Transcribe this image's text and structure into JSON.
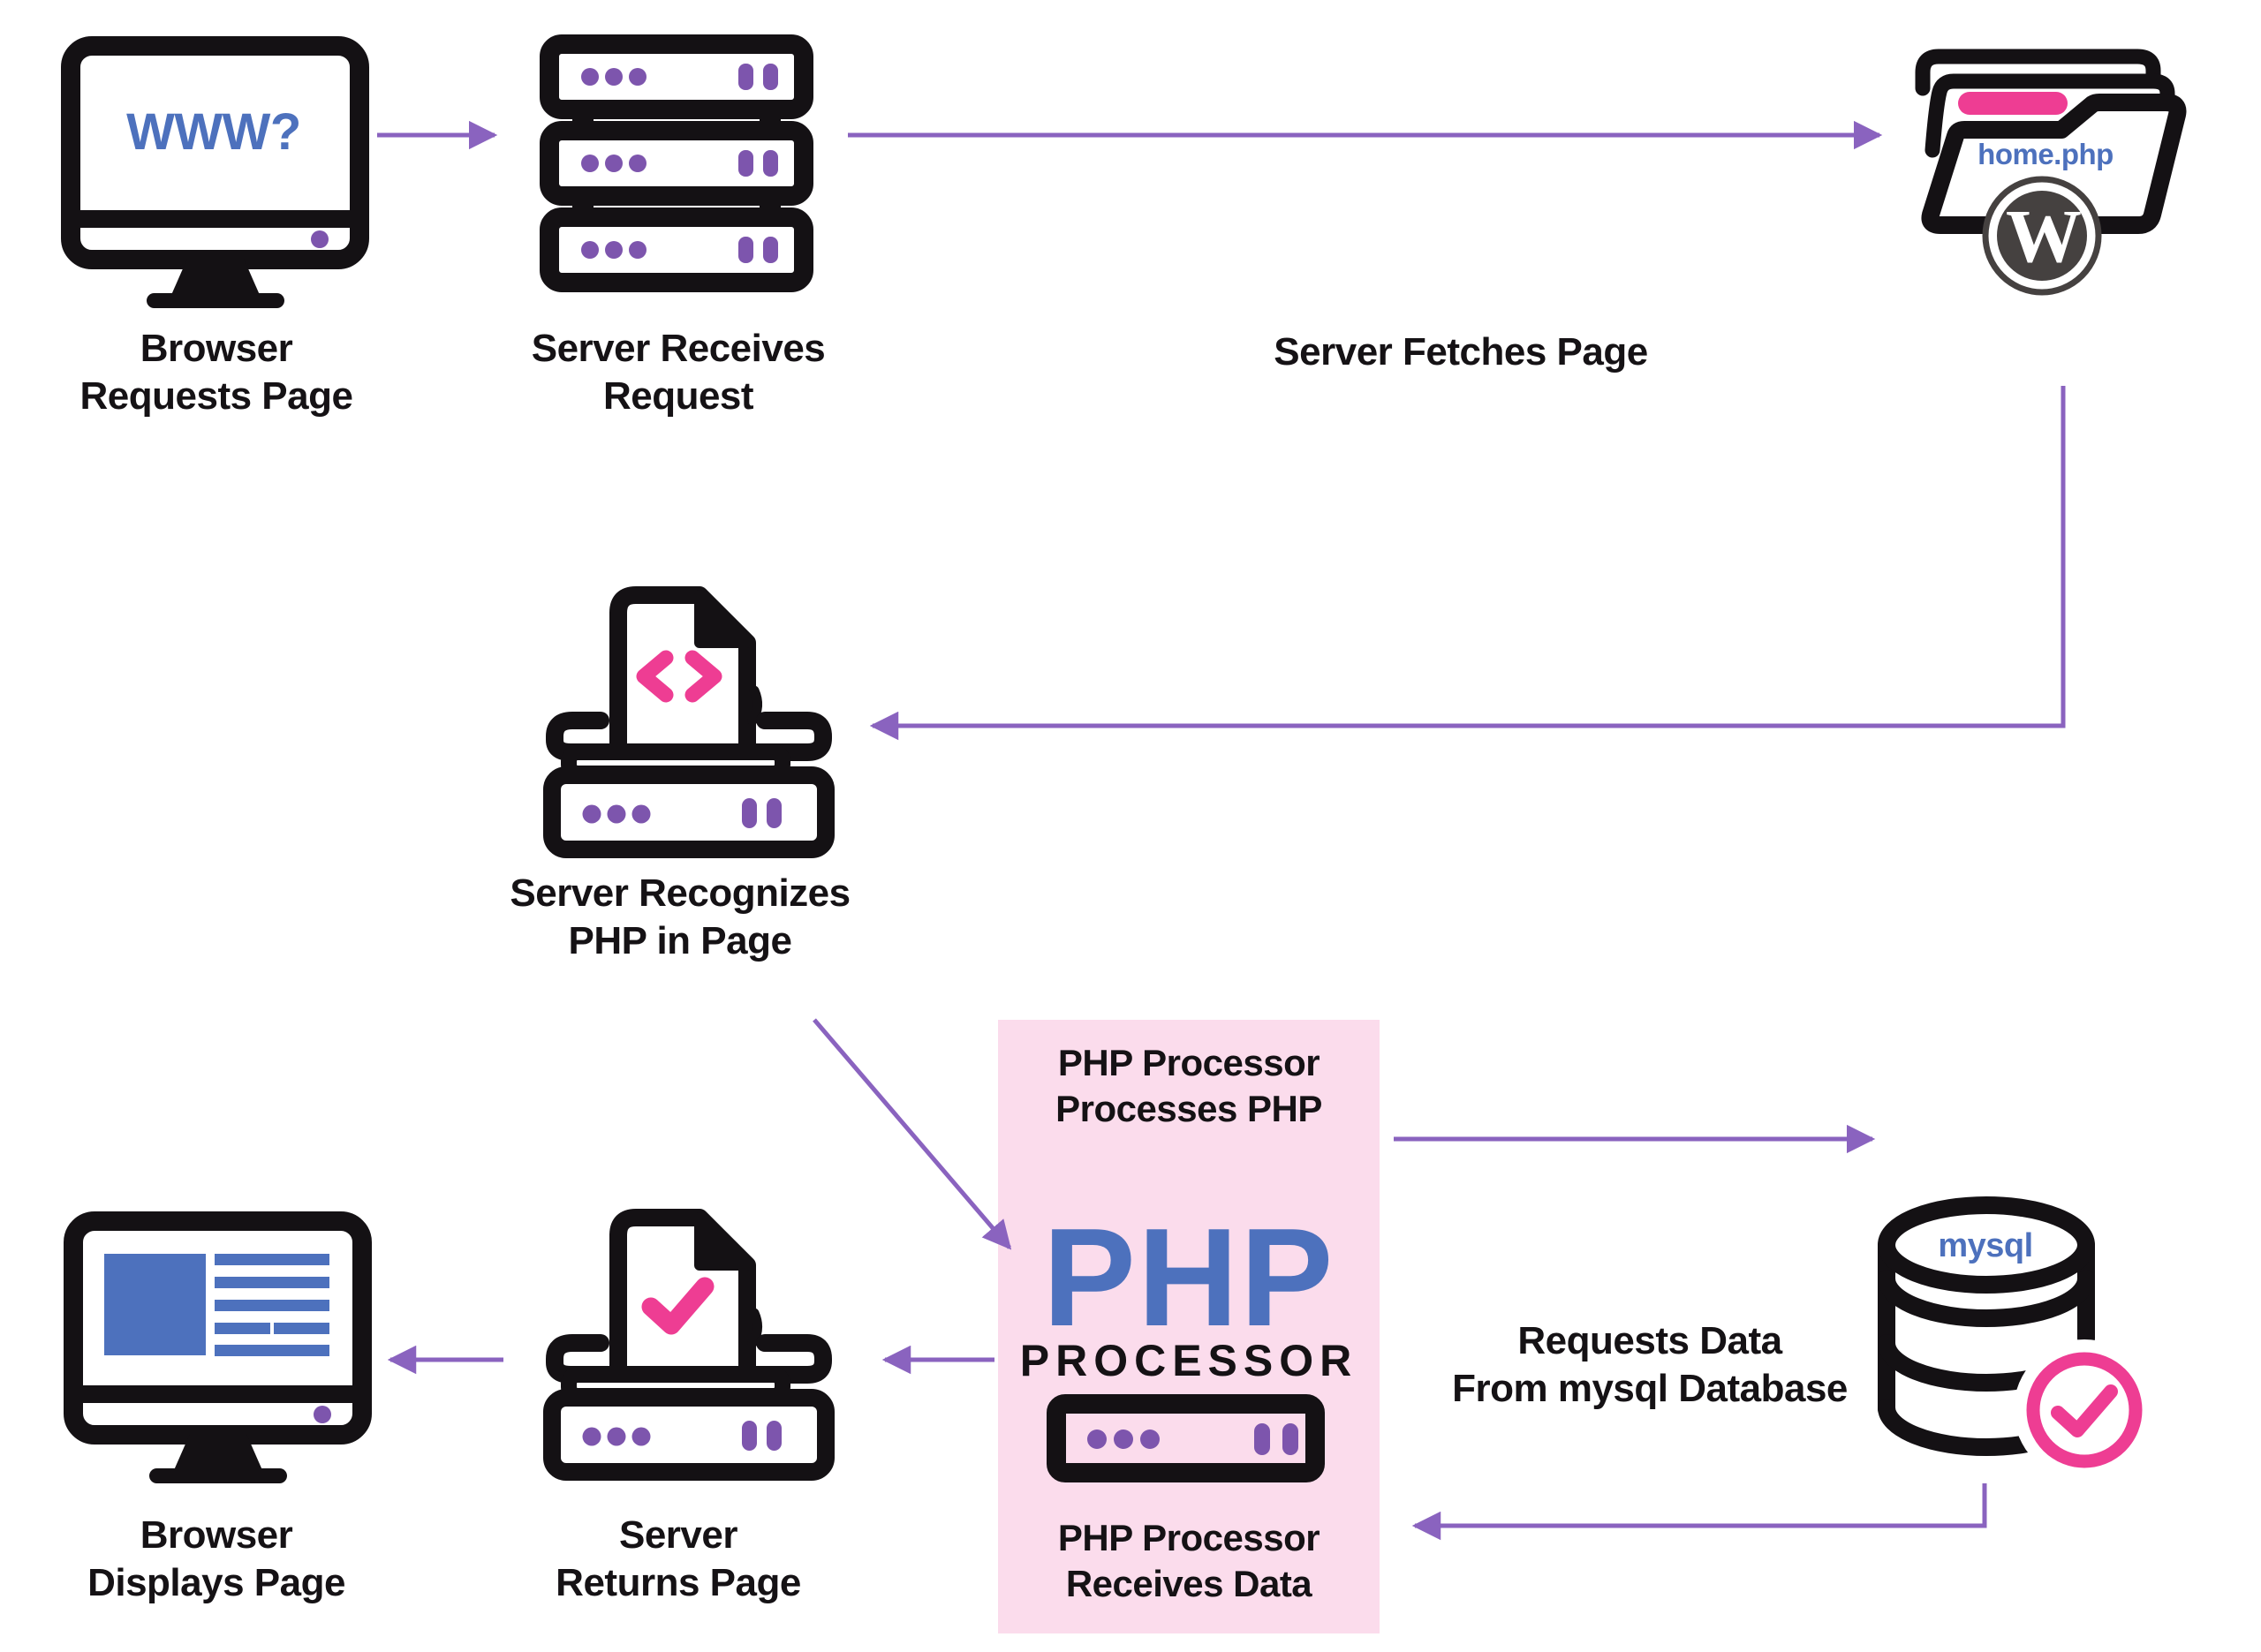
{
  "title": "PHP page request flow diagram",
  "colors": {
    "accent_blue": "#4d71bd",
    "arrow_purple": "#8a63bf",
    "dot_purple": "#7d55ad",
    "hot_pink": "#ee3d93",
    "php_box_bg": "#fbdcec",
    "icon_ink": "#141114",
    "wordpress_gray": "#454140"
  },
  "steps": {
    "browser_requests": {
      "line1": "Browser",
      "line2": "Requests Page"
    },
    "browser_screen": {
      "text": "WWW?"
    },
    "server_receives": {
      "line1": "Server Receives",
      "line2": "Request"
    },
    "server_fetches": {
      "label": "Server Fetches Page"
    },
    "folder": {
      "filename": "home.php",
      "wp_initial": "W"
    },
    "server_recognizes": {
      "line1": "Server Recognizes",
      "line2": "PHP in Page"
    },
    "php_processor": {
      "top1": "PHP Processor",
      "top2": "Processes PHP",
      "big": "PHP",
      "word": "PROCESSOR",
      "bottom1": "PHP Processor",
      "bottom2": "Receives Data"
    },
    "mysql": {
      "label": "mysql",
      "request1": "Requests Data",
      "request2": "From mysql Database"
    },
    "server_returns": {
      "line1": "Server",
      "line2": "Returns Page"
    },
    "browser_displays": {
      "line1": "Browser",
      "line2": "Displays Page"
    }
  }
}
